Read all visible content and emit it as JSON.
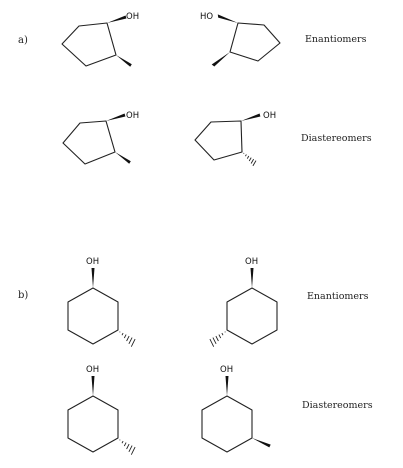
{
  "parts": [
    {
      "label": "a)",
      "rows": [
        {
          "relation": "Enantiomers",
          "left": {
            "oh_label": "OH",
            "oh_bond": "wedge",
            "methyl_bond": "wedge"
          },
          "right": {
            "oh_label": "HO",
            "oh_bond": "wedge",
            "methyl_bond": "wedge"
          }
        },
        {
          "relation": "Diastereomers",
          "left": {
            "oh_label": "OH",
            "oh_bond": "wedge",
            "methyl_bond": "wedge"
          },
          "right": {
            "oh_label": "OH",
            "oh_bond": "wedge",
            "methyl_bond": "hash"
          }
        }
      ]
    },
    {
      "label": "b)",
      "rows": [
        {
          "relation": "Enantiomers",
          "left": {
            "oh_label": "OH",
            "oh_bond": "wedge",
            "methyl_bond": "hash"
          },
          "right": {
            "oh_label": "OH",
            "oh_bond": "wedge",
            "methyl_bond": "hash"
          }
        },
        {
          "relation": "Diastereomers",
          "left": {
            "oh_label": "OH",
            "oh_bond": "wedge",
            "methyl_bond": "hash"
          },
          "right": {
            "oh_label": "OH",
            "oh_bond": "wedge",
            "methyl_bond": "wedge"
          }
        }
      ]
    }
  ]
}
